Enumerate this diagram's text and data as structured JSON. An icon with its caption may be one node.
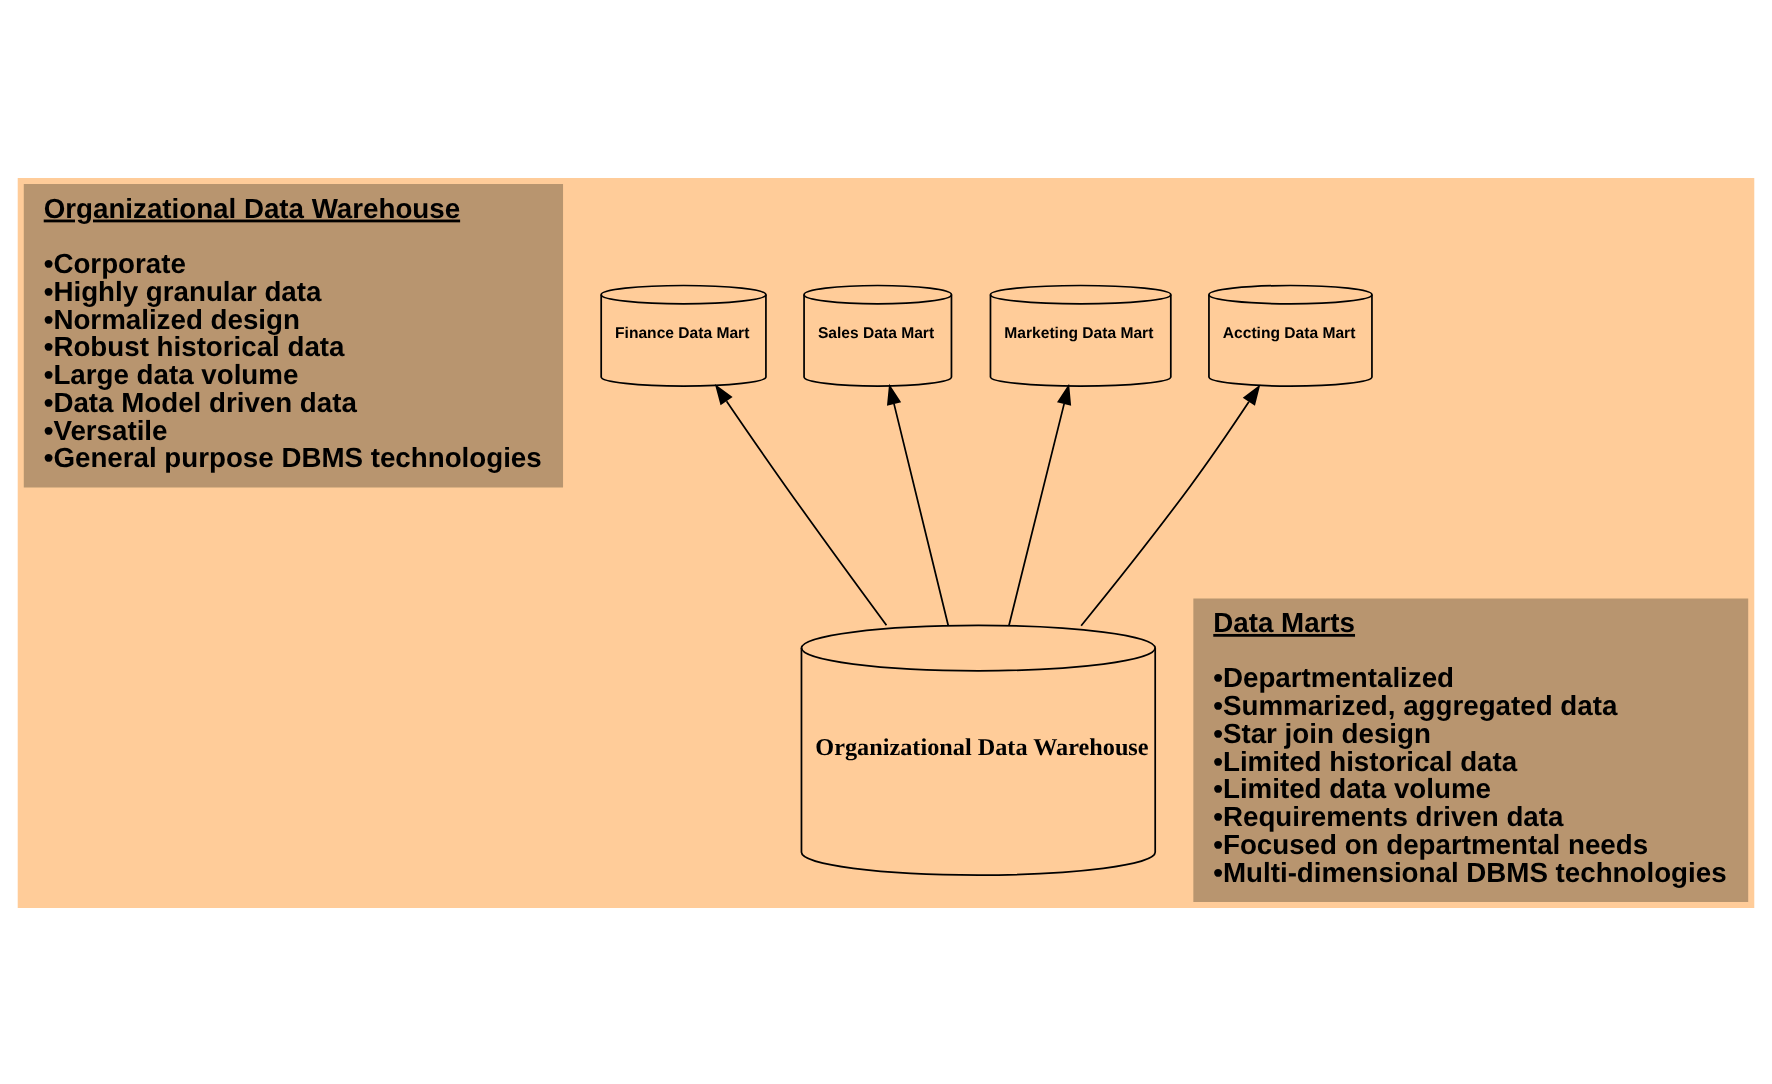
{
  "diagram": {
    "nodes": [
      {
        "text": [
          "Organizational Data Warehouse",
          "•Corporate",
          "•Highly granular data",
          "•Normalized design",
          "•Robust historical data",
          "•Large data volume",
          "•Data Model driven data",
          "•Versatile",
          "•General purpose DBMS technologies"
        ]
      },
      {
        "text": [
          "Organizational Data Warehouse"
        ]
      },
      {
        "text": [
          "Finance Data Mart"
        ]
      },
      {
        "text": [
          "Sales Data Mart"
        ]
      },
      {
        "text": [
          "Marketing Data Mart"
        ]
      },
      {
        "text": [
          "Accting Data Mart"
        ]
      },
      {
        "text": [
          "Data Marts",
          "•Departmentalized",
          "•Summarized, aggregated data",
          "•Star join design",
          "•Limited historical data",
          "•Limited data volume",
          "•Requirements driven data",
          "•Focused on departmental needs",
          "•Multi-dimensional DBMS technologies"
        ]
      }
    ],
    "edges": [
      {
        "from": 1,
        "to": 2,
        "arrow": "to"
      },
      {
        "from": 1,
        "to": 3,
        "arrow": "to"
      },
      {
        "from": 1,
        "to": 4,
        "arrow": "to"
      },
      {
        "from": 1,
        "to": 5,
        "arrow": "to"
      }
    ]
  }
}
